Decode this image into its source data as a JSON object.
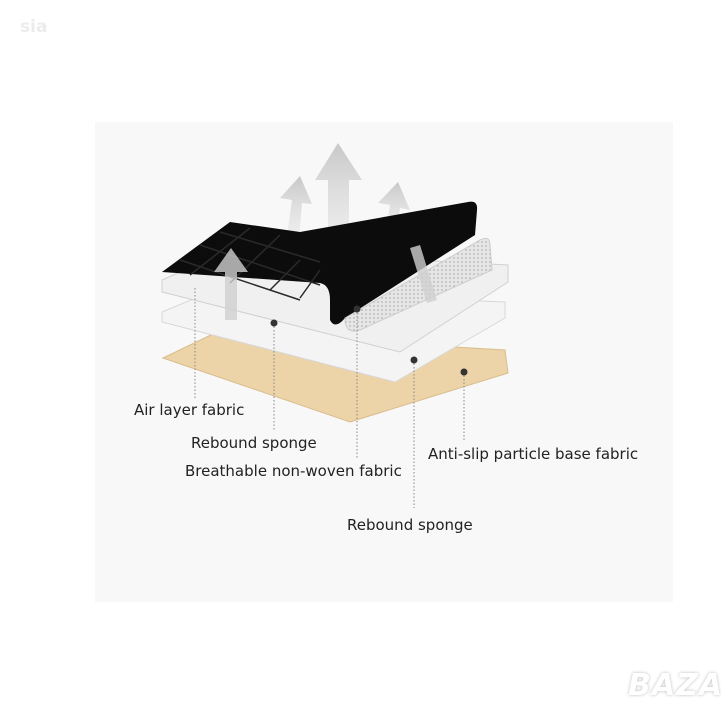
{
  "watermarks": {
    "top_left": "sia",
    "bottom_right": "BAZAR"
  },
  "labels": {
    "air_layer": "Air layer fabric",
    "rebound_sponge_1": "Rebound sponge",
    "breathable": "Breathable non-woven fabric",
    "anti_slip": "Anti-slip particle base fabric",
    "rebound_sponge_2": "Rebound sponge"
  },
  "colors": {
    "mat": "#0c0c0c",
    "foam": "#f2f2f2",
    "base": "#ecd3a8",
    "arrow": "#d6d6d6"
  }
}
